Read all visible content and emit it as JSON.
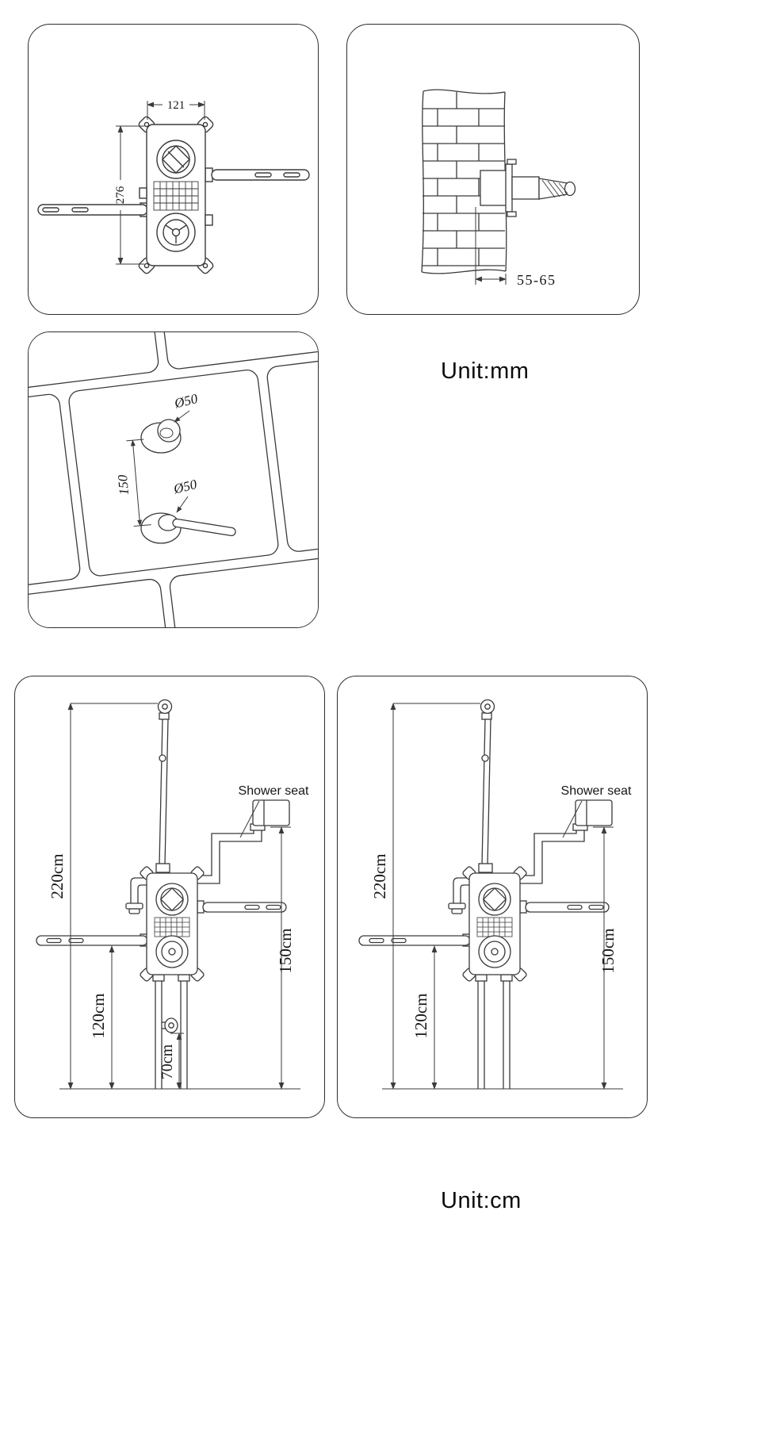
{
  "sheet": {
    "unit_mm": "Unit:mm",
    "unit_cm": "Unit:cm"
  },
  "front_view": {
    "width": "121",
    "height": "276"
  },
  "side_view": {
    "depth": "55-65"
  },
  "trim_view": {
    "top_diameter": "Ø50",
    "bottom_diameter": "Ø50",
    "center_distance": "150"
  },
  "install_left": {
    "seat": "Shower seat",
    "overall": "220cm",
    "seat_height": "150cm",
    "valve_height": "120cm",
    "outlet_height": "70cm"
  },
  "install_right": {
    "seat": "Shower seat",
    "overall": "220cm",
    "seat_height": "150cm",
    "valve_height": "120cm"
  }
}
